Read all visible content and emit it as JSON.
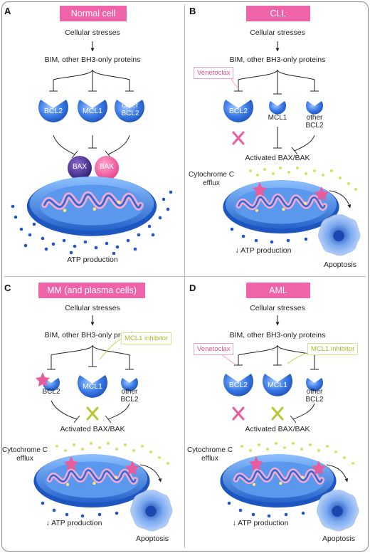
{
  "panels": {
    "a": {
      "label": "A",
      "title": "Normal cell",
      "stress": "Cellular stresses",
      "bim": "BIM, other BH3-only proteins",
      "proteins": [
        "BCL2",
        "MCL1",
        "other BCL2"
      ],
      "effectors": [
        "BAX",
        "BAK"
      ],
      "atp": "ATP production"
    },
    "b": {
      "label": "B",
      "title": "CLL",
      "stress": "Cellular stresses",
      "bim": "BIM, other BH3-only proteins",
      "drug": "Venetoclax",
      "proteins": [
        "BCL2",
        "MCL1",
        "other BCL2"
      ],
      "activated": "Activated BAX/BAK",
      "cyto": "Cytochrome C efflux",
      "atp": "↓ ATP production",
      "apoptosis": "Apoptosis"
    },
    "c": {
      "label": "C",
      "title": "MM (and plasma cells)",
      "stress": "Cellular stresses",
      "bim": "BIM, other BH3-only proteins",
      "drug": "MCL1 inhibitor",
      "proteins": [
        "BCL2",
        "MCL1",
        "other BCL2"
      ],
      "activated": "Activated BAX/BAK",
      "cyto": "Cytochrome C efflux",
      "atp": "↓ ATP production",
      "apoptosis": "Apoptosis"
    },
    "d": {
      "label": "D",
      "title": "AML",
      "stress": "Cellular stresses",
      "bim": "BIM, other BH3-only proteins",
      "drug_pink": "Venetoclax",
      "drug_green": "MCL1 inhibitor",
      "proteins": [
        "BCL2",
        "MCL1",
        "other BCL2"
      ],
      "activated": "Activated BAX/BAK",
      "cyto": "Cytochrome C efflux",
      "atp": "↓ ATP production",
      "apoptosis": "Apoptosis"
    }
  },
  "colors": {
    "title_bg": "#ef64a8",
    "protein": "#2f6fe0",
    "mito": "#4f8fe6",
    "crista": "#f4a9d0",
    "venetoclax": "#e85c9e",
    "mcl1_inhibitor": "#b9c832"
  }
}
